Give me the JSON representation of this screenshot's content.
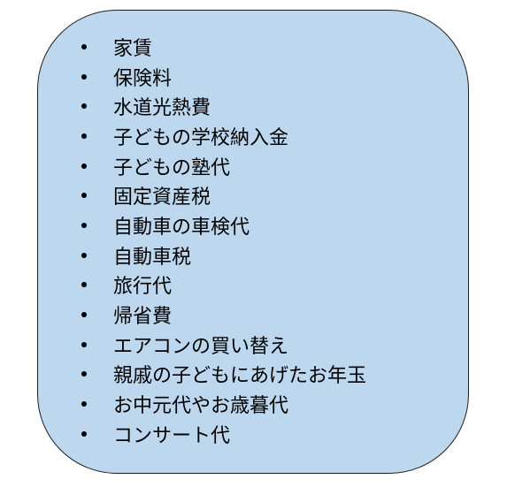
{
  "expense_list": {
    "items": [
      "家賃",
      "保険料",
      "水道光熱費",
      "子どもの学校納入金",
      "子どもの塾代",
      "固定資産税",
      "自動車の車検代",
      "自動車税",
      "旅行代",
      "帰省費",
      "エアコンの買い替え",
      "親戚の子どもにあげたお年玉",
      "お中元代やお歳暮代",
      "コンサート代"
    ]
  },
  "colors": {
    "card_background": "#bdd7ee",
    "card_border": "#1f1f1f",
    "text": "#000000"
  }
}
